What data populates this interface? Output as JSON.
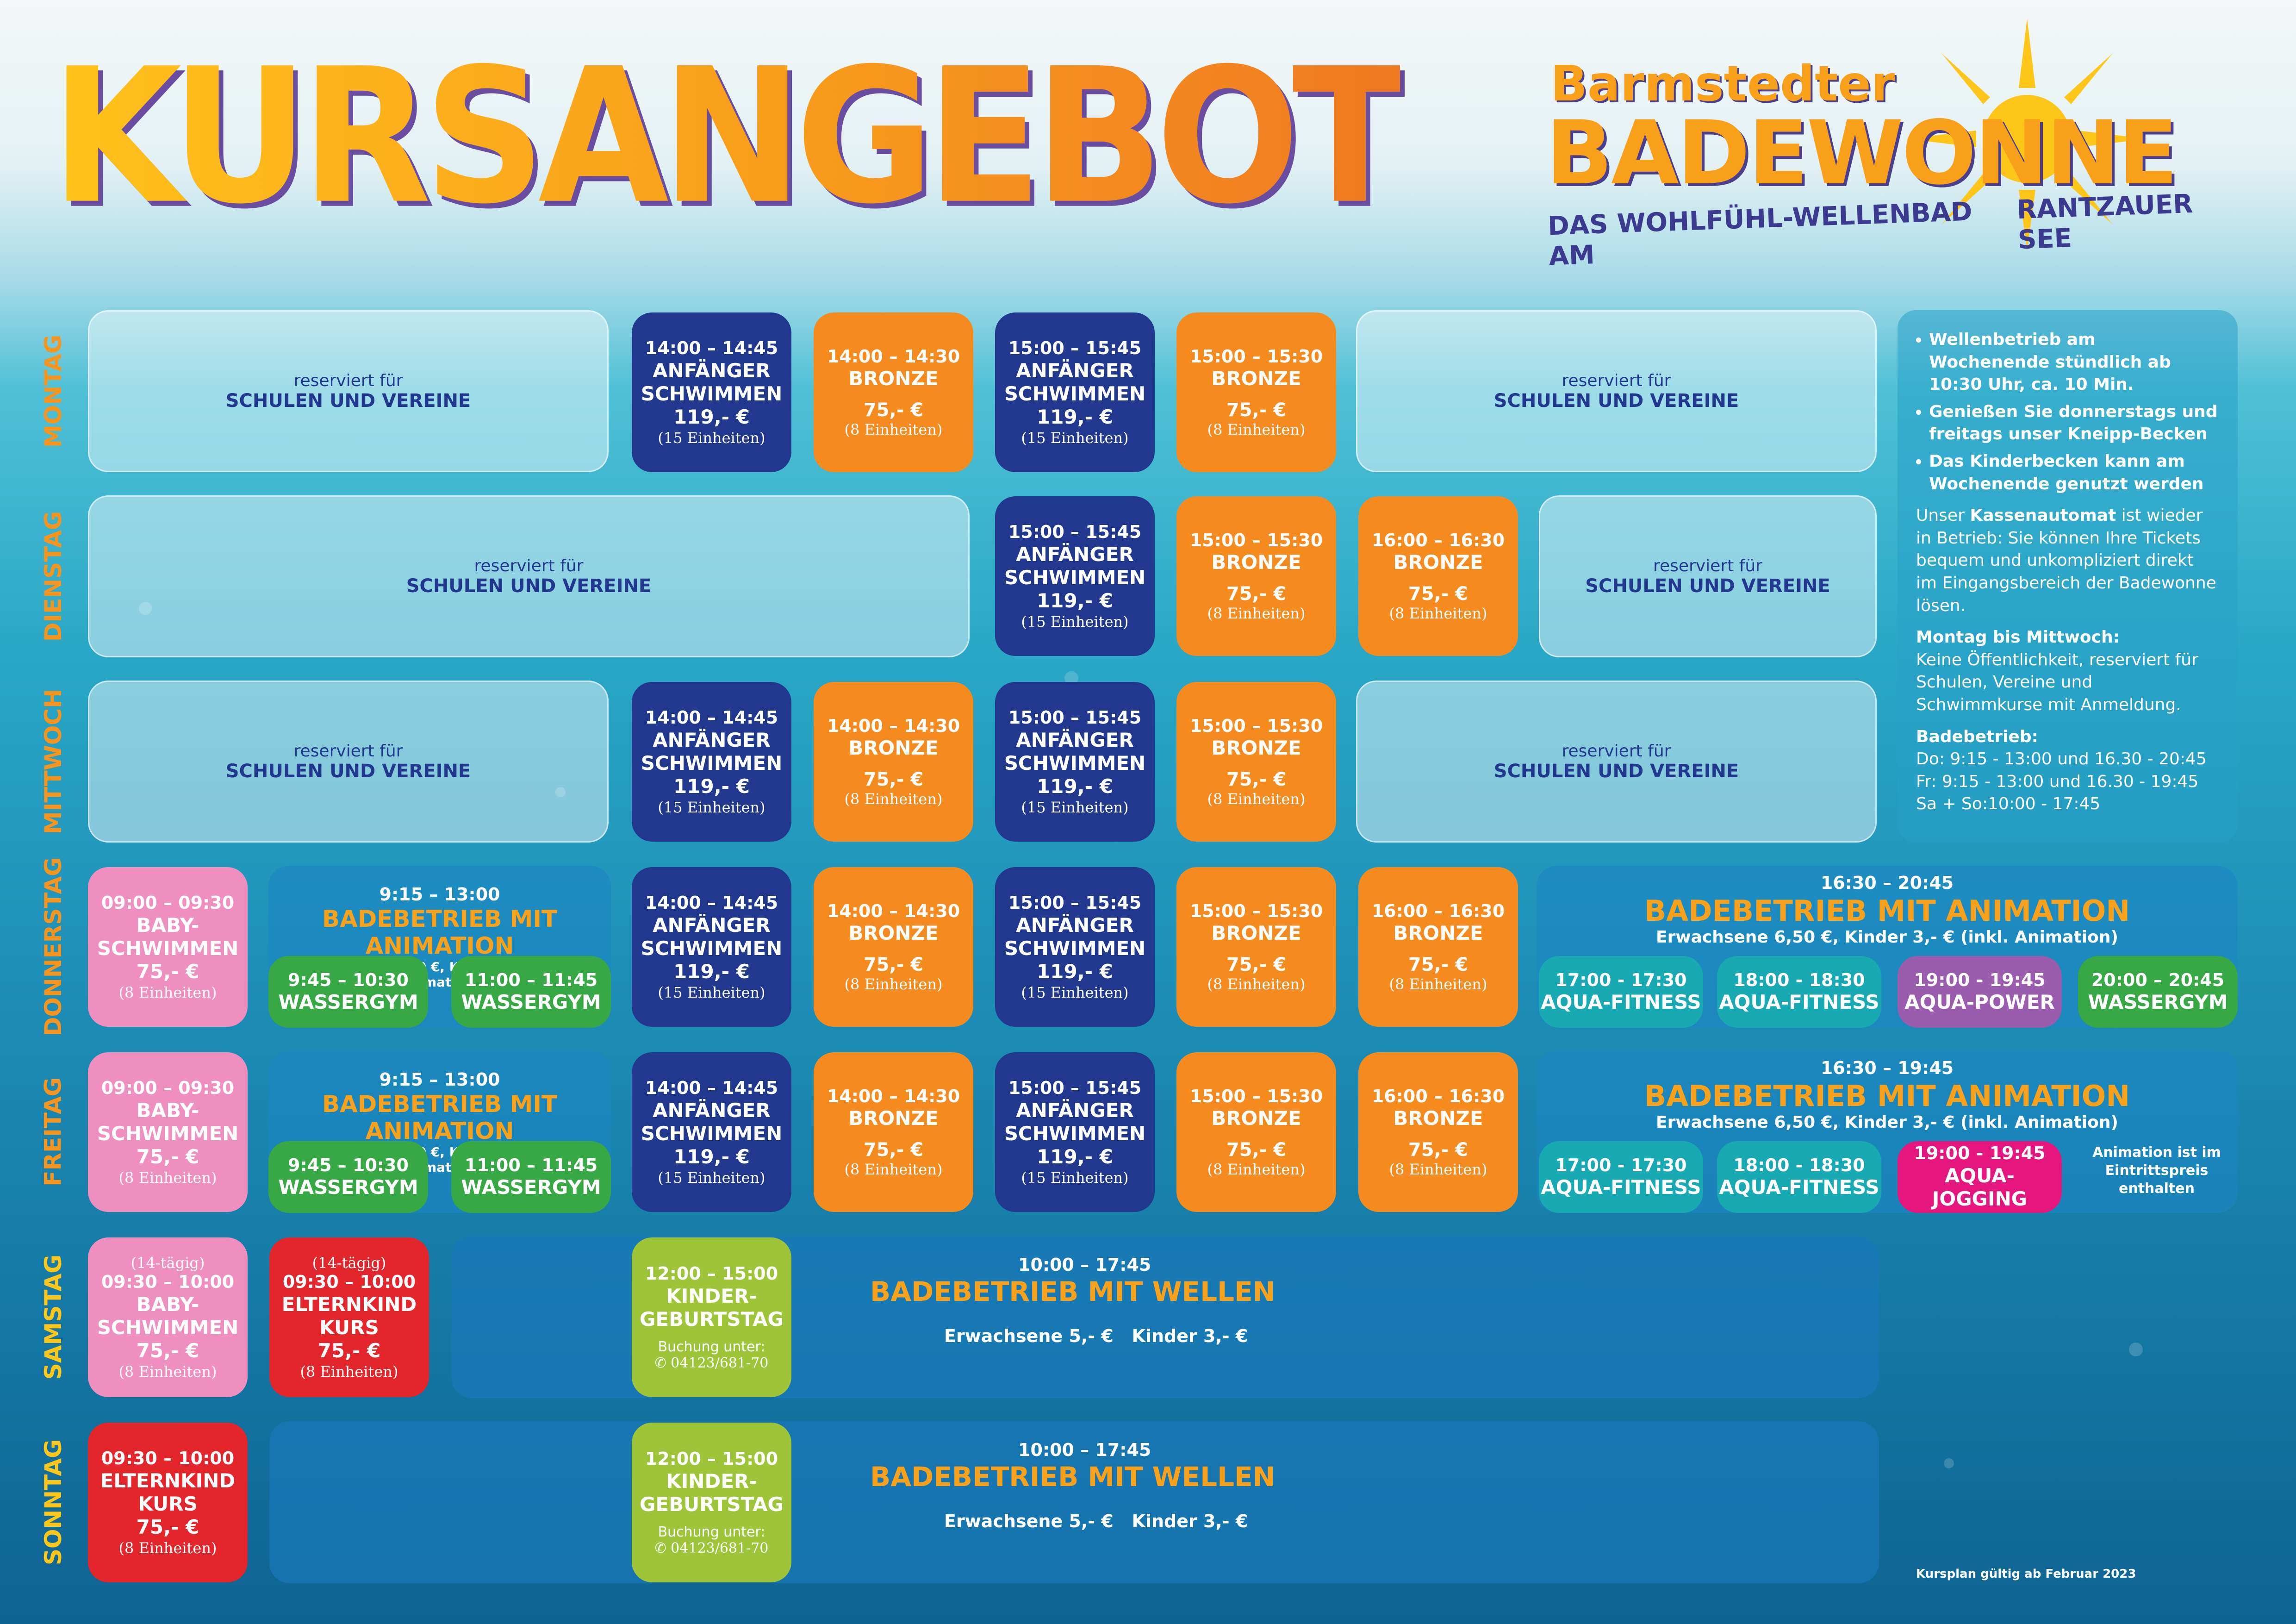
{
  "title": "KURSANGEBOT",
  "logo": {
    "line1": "Barmstedter",
    "line2": "BADEWONNE",
    "tagline_left": "DAS WOHLFÜHL-WELLENBAD AM",
    "tagline_right": "RANTZAUER SEE"
  },
  "days": [
    "MONTAG",
    "DIENSTAG",
    "MITTWOCH",
    "DONNERSTAG",
    "FREITAG",
    "SAMSTAG",
    "SONNTAG"
  ],
  "reserved": {
    "line1": "reserviert für",
    "line2": "SCHULEN UND VEREINE"
  },
  "courses": {
    "anf_1400": {
      "time": "14:00 – 14:45",
      "name1": "ANFÄNGER",
      "name2": "SCHWIMMEN",
      "price": "119,- €",
      "units": "(15 Einheiten)"
    },
    "anf_1500": {
      "time": "15:00 – 15:45",
      "name1": "ANFÄNGER",
      "name2": "SCHWIMMEN",
      "price": "119,- €",
      "units": "(15 Einheiten)"
    },
    "bro_1400": {
      "time": "14:00 – 14:30",
      "name": "BRONZE",
      "price": "75,- €",
      "units": "(8 Einheiten)"
    },
    "bro_1500": {
      "time": "15:00 – 15:30",
      "name": "BRONZE",
      "price": "75,- €",
      "units": "(8 Einheiten)"
    },
    "bro_1600": {
      "time": "16:00 – 16:30",
      "name": "BRONZE",
      "price": "75,- €",
      "units": "(8 Einheiten)"
    },
    "baby": {
      "time": "09:00 – 09:30",
      "name1": "BABY-",
      "name2": "SCHWIMMEN",
      "price": "75,- €",
      "units": "(8 Einheiten)"
    }
  },
  "thursday": {
    "morning": {
      "time": "9:15 – 13:00",
      "title": "BADEBETRIEB MIT ANIMATION",
      "sub": "Erwachsene 6,50 €, Kinder 3,- € (inkl. Animation)"
    },
    "wg1": {
      "time": "9:45 – 10:30",
      "name": "WASSERGYM"
    },
    "wg2": {
      "time": "11:00 – 11:45",
      "name": "WASSERGYM"
    },
    "evening": {
      "time": "16:30 – 20:45",
      "title": "BADEBETRIEB MIT ANIMATION",
      "sub": "Erwachsene 6,50 €, Kinder 3,- € (inkl. Animation)"
    },
    "e1": {
      "time": "17:00 - 17:30",
      "name": "AQUA-FITNESS"
    },
    "e2": {
      "time": "18:00 - 18:30",
      "name": "AQUA-FITNESS"
    },
    "e3": {
      "time": "19:00 - 19:45",
      "name": "AQUA-POWER"
    },
    "e4": {
      "time": "20:00 – 20:45",
      "name": "WASSERGYM"
    }
  },
  "friday": {
    "morning": {
      "time": "9:15 – 13:00",
      "title": "BADEBETRIEB MIT ANIMATION",
      "sub": "Erwachsene 6,50 €, Kinder 3,- € (inkl. Animation)"
    },
    "wg1": {
      "time": "9:45 – 10:30",
      "name": "WASSERGYM"
    },
    "wg2": {
      "time": "11:00 – 11:45",
      "name": "WASSERGYM"
    },
    "evening": {
      "time": "16:30 – 19:45",
      "title": "BADEBETRIEB MIT ANIMATION",
      "sub": "Erwachsene 6,50 €, Kinder 3,- € (inkl. Animation)"
    },
    "e1": {
      "time": "17:00 - 17:30",
      "name": "AQUA-FITNESS"
    },
    "e2": {
      "time": "18:00 - 18:30",
      "name": "AQUA-FITNESS"
    },
    "e3": {
      "time": "19:00 - 19:45",
      "name": "AQUA-JOGGING"
    },
    "note": "Animation ist im Eintrittspreis enthalten"
  },
  "saturday": {
    "baby": {
      "freq": "(14-tägig)",
      "time": "09:30 – 10:00",
      "name1": "BABY-",
      "name2": "SCHWIMMEN",
      "price": "75,- €",
      "units": "(8 Einheiten)"
    },
    "eltern": {
      "freq": "(14-tägig)",
      "time": "09:30 – 10:00",
      "name1": "ELTERNKIND",
      "name2": "KURS",
      "price": "75,- €",
      "units": "(8 Einheiten)"
    }
  },
  "sunday": {
    "eltern": {
      "time": "09:30 – 10:00",
      "name1": "ELTERNKIND",
      "name2": "KURS",
      "price": "75,- €",
      "units": "(8 Einheiten)"
    }
  },
  "birthday": {
    "time": "12:00 – 15:00",
    "name1": "KINDER-",
    "name2": "GEBURTSTAG",
    "booking": "Buchung unter:",
    "phone": "04123/681-70"
  },
  "weekend": {
    "time": "10:00 – 17:45",
    "title": "BADEBETRIEB MIT WELLEN",
    "adults": "Erwachsene 5,- €",
    "kids": "Kinder 3,- €"
  },
  "info": {
    "bullets": [
      "Wellenbetrieb am Wochenende stündlich ab 10:30 Uhr, ca. 10 Min.",
      "Genießen Sie donnerstags und freitags unser Kneipp-Becken",
      "Das Kinderbecken kann am Wochenende genutzt werden"
    ],
    "kasse_pre": "Unser ",
    "kasse_bold": "Kassenautomat",
    "kasse_post": " ist wieder in Betrieb: Sie können Ihre Tickets bequem und unkompliziert direkt im Eingangsbereich der Badewonne lösen.",
    "mo_mi_title": "Montag bis Mittwoch:",
    "mo_mi_text": "Keine Öffentlichkeit, reserviert für Schulen, Vereine und Schwimmkurse mit Anmeldung.",
    "bade_title": "Badebetrieb:",
    "bade_do": "Do: 9:15 - 13:00 und 16.30 - 20:45",
    "bade_fr": "Fr:  9:15 - 13:00 und 16.30 - 19:45",
    "bade_sa": "Sa + So:10:00 - 17:45"
  },
  "footer": "Kursplan gültig ab Februar 2023"
}
